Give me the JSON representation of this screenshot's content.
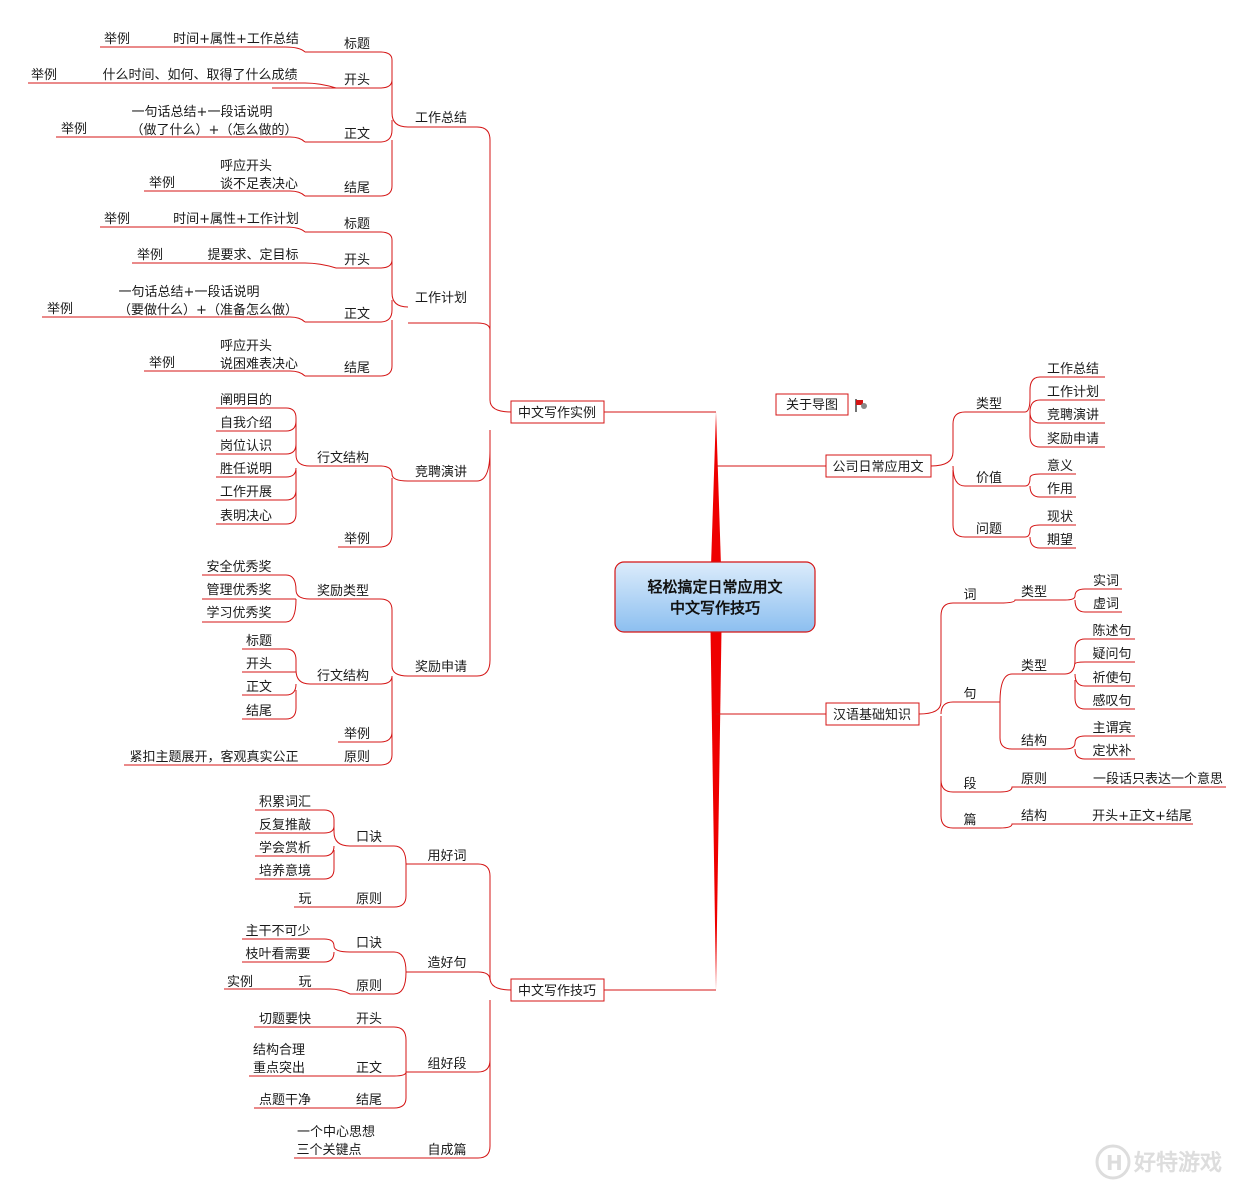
{
  "root": {
    "line1": "轻松搞定日常应用文",
    "line2": "中文写作技巧"
  },
  "about": "关于导图",
  "watermark": "好特游戏",
  "colors": {
    "line": "#d41515",
    "root_fill_top": "#dcecfb",
    "root_fill_bottom": "#8cbff0",
    "text": "#1a1a1a"
  },
  "icons": {
    "about": "flag-icon",
    "watermark": "logo-h-icon"
  },
  "text": {
    "b1": "中文写作实例",
    "b1_s1": "工作总结",
    "b1_s1_t": "标题",
    "b1_s1_t_ex": "时间+属性+工作总结",
    "b1_s1_t_eg": "举例",
    "b1_s1_o": "开头",
    "b1_s1_o_ex": "什么时间、如何、取得了什么成绩",
    "b1_s1_o_eg": "举例",
    "b1_s1_b": "正文",
    "b1_s1_b_ex1": "一句话总结+一段话说明",
    "b1_s1_b_ex2": "（做了什么）+（怎么做的）",
    "b1_s1_b_eg": "举例",
    "b1_s1_e": "结尾",
    "b1_s1_e_ex1": "呼应开头",
    "b1_s1_e_ex2": "谈不足表决心",
    "b1_s1_e_eg": "举例",
    "b1_s2": "工作计划",
    "b1_s2_t": "标题",
    "b1_s2_t_ex": "时间+属性+工作计划",
    "b1_s2_t_eg": "举例",
    "b1_s2_o": "开头",
    "b1_s2_o_ex": "提要求、定目标",
    "b1_s2_o_eg": "举例",
    "b1_s2_b": "正文",
    "b1_s2_b_ex1": "一句话总结+一段话说明",
    "b1_s2_b_ex2": "（要做什么）+（准备怎么做）",
    "b1_s2_b_eg": "举例",
    "b1_s2_e": "结尾",
    "b1_s2_e_ex1": "呼应开头",
    "b1_s2_e_ex2": "说困难表决心",
    "b1_s2_e_eg": "举例",
    "b1_s3": "竞聘演讲",
    "b1_s3_struct": "行文结构",
    "b1_s3_i1": "阐明目的",
    "b1_s3_i2": "自我介绍",
    "b1_s3_i3": "岗位认识",
    "b1_s3_i4": "胜任说明",
    "b1_s3_i5": "工作开展",
    "b1_s3_i6": "表明决心",
    "b1_s3_eg": "举例",
    "b1_s4": "奖励申请",
    "b1_s4_type": "奖励类型",
    "b1_s4_t1": "安全优秀奖",
    "b1_s4_t2": "管理优秀奖",
    "b1_s4_t3": "学习优秀奖",
    "b1_s4_struct": "行文结构",
    "b1_s4_s1": "标题",
    "b1_s4_s2": "开头",
    "b1_s4_s3": "正文",
    "b1_s4_s4": "结尾",
    "b1_s4_eg": "举例",
    "b1_s4_rule": "原则",
    "b1_s4_rule_ex": "紧扣主题展开，客观真实公正",
    "b2": "中文写作技巧",
    "b2_s1": "用好词",
    "b2_s1_k": "口诀",
    "b2_s1_k1": "积累词汇",
    "b2_s1_k2": "反复推敲",
    "b2_s1_k3": "学会赏析",
    "b2_s1_k4": "培养意境",
    "b2_s1_r": "原则",
    "b2_s1_r_ex": "玩",
    "b2_s2": "造好句",
    "b2_s2_k": "口诀",
    "b2_s2_k1": "主干不可少",
    "b2_s2_k2": "枝叶看需要",
    "b2_s2_r": "原则",
    "b2_s2_r_ex": "玩",
    "b2_s2_r_eg": "实例",
    "b2_s3": "组好段",
    "b2_s3_o": "开头",
    "b2_s3_o_ex": "切题要快",
    "b2_s3_b": "正文",
    "b2_s3_b_ex1": "结构合理",
    "b2_s3_b_ex2": "重点突出",
    "b2_s3_e": "结尾",
    "b2_s3_e_ex": "点题干净",
    "b2_s4": "自成篇",
    "b2_s4_ex1": "一个中心思想",
    "b2_s4_ex2": "三个关键点",
    "b3": "公司日常应用文",
    "b3_type": "类型",
    "b3_type1": "工作总结",
    "b3_type2": "工作计划",
    "b3_type3": "竞聘演讲",
    "b3_type4": "奖励申请",
    "b3_value": "价值",
    "b3_value1": "意义",
    "b3_value2": "作用",
    "b3_issue": "问题",
    "b3_issue1": "现状",
    "b3_issue2": "期望",
    "b4": "汉语基础知识",
    "b4_word": "词",
    "b4_word_type": "类型",
    "b4_word_t1": "实词",
    "b4_word_t2": "虚词",
    "b4_sent": "句",
    "b4_sent_type": "类型",
    "b4_sent_t1": "陈述句",
    "b4_sent_t2": "疑问句",
    "b4_sent_t3": "祈使句",
    "b4_sent_t4": "感叹句",
    "b4_sent_struct": "结构",
    "b4_sent_s1": "主谓宾",
    "b4_sent_s2": "定状补",
    "b4_para": "段",
    "b4_para_rule": "原则",
    "b4_para_rule_ex": "一段话只表达一个意思",
    "b4_art": "篇",
    "b4_art_struct": "结构",
    "b4_art_struct_ex": "开头+正文+结尾"
  }
}
